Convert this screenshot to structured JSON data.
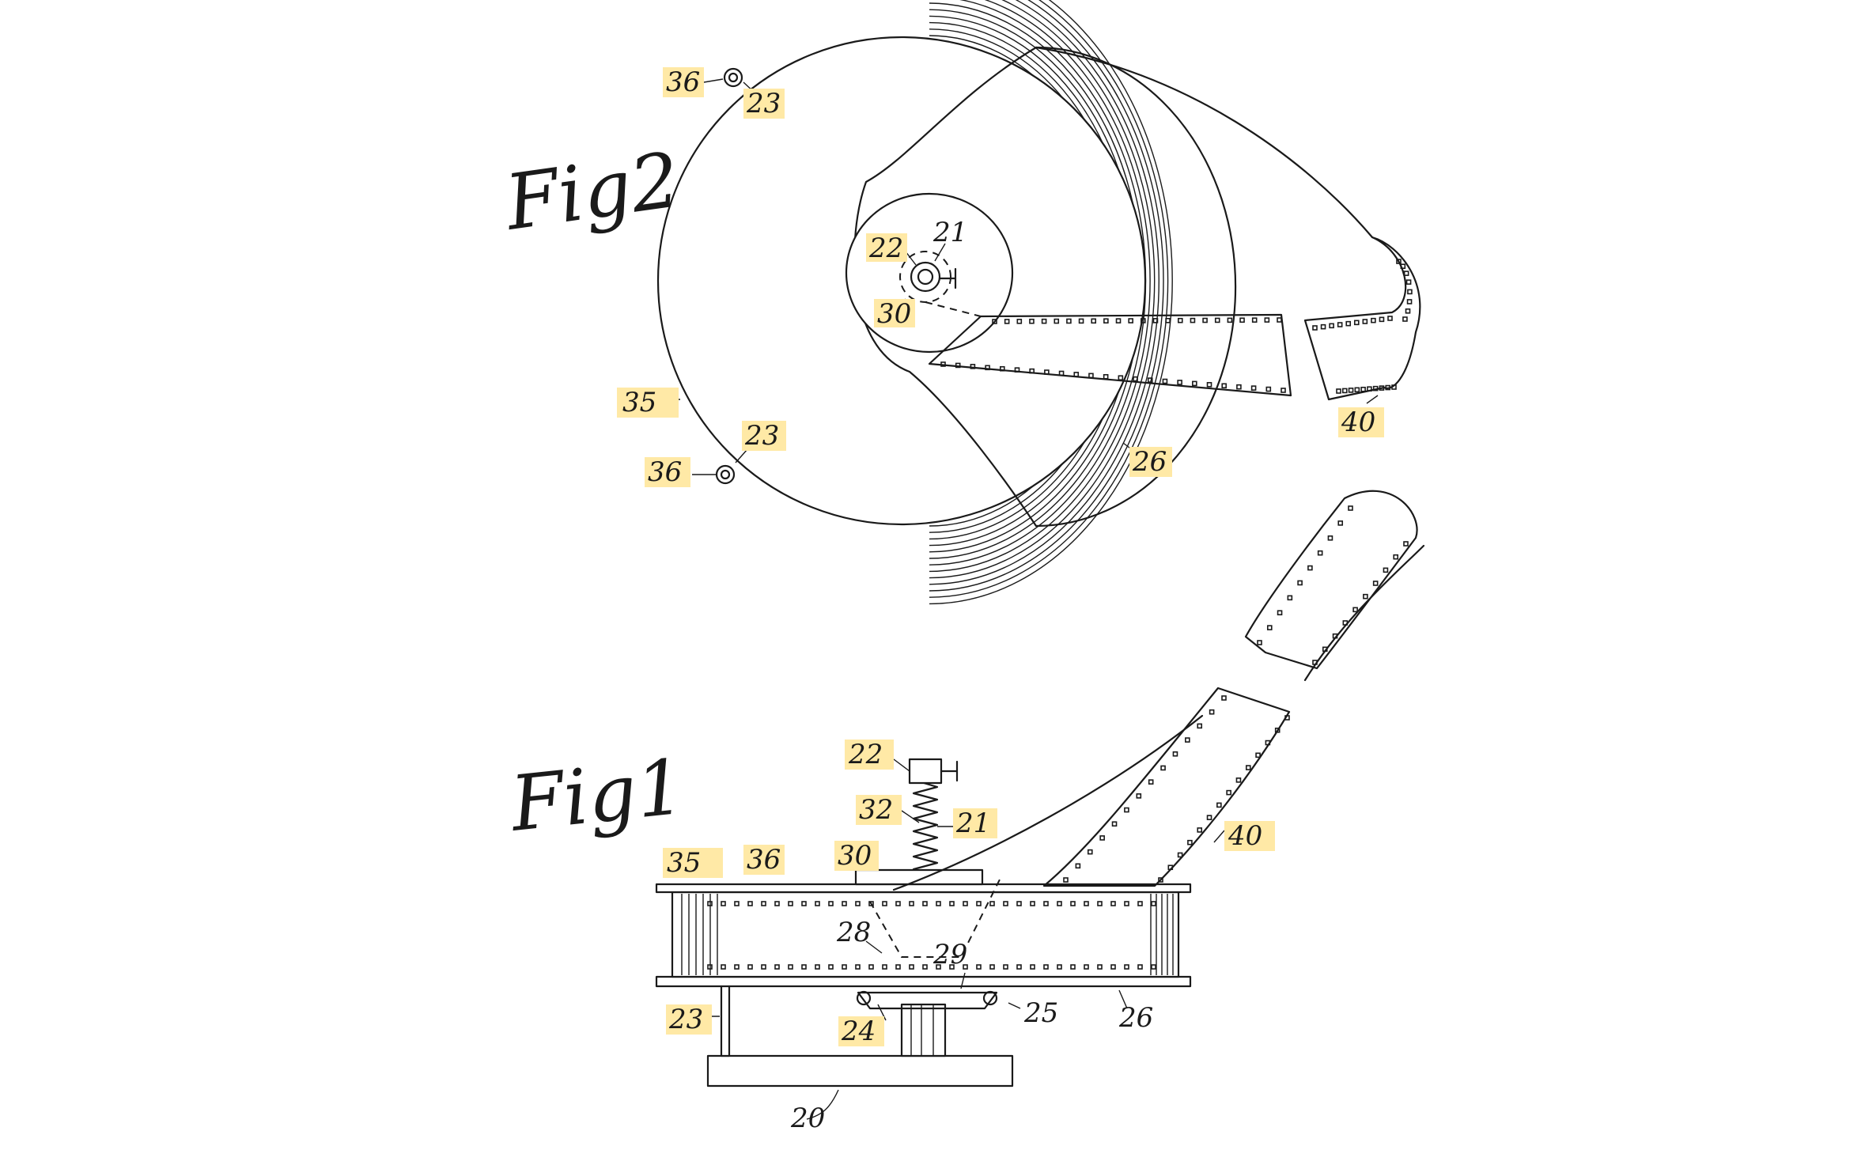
{
  "figures": {
    "fig2": {
      "title": "Fig2"
    },
    "fig1": {
      "title": "Fig1"
    }
  },
  "labels": {
    "l36a": "36",
    "l23a": "23",
    "l22a": "22",
    "l21a": "21",
    "l30a": "30",
    "l35a": "35",
    "l23b": "23",
    "l36b": "36",
    "l26a": "26",
    "l40a": "40",
    "l22b": "22",
    "l32": "32",
    "l21b": "21",
    "l30b": "30",
    "l35b": "35",
    "l36c": "36",
    "l40b": "40",
    "l28": "28",
    "l29": "29",
    "l23c": "23",
    "l24": "24",
    "l25": "25",
    "l26b": "26",
    "l20": "20"
  },
  "colors": {
    "ink": "#1a1a1a",
    "highlight": "#ffe9a6",
    "paper": "#ffffff"
  }
}
